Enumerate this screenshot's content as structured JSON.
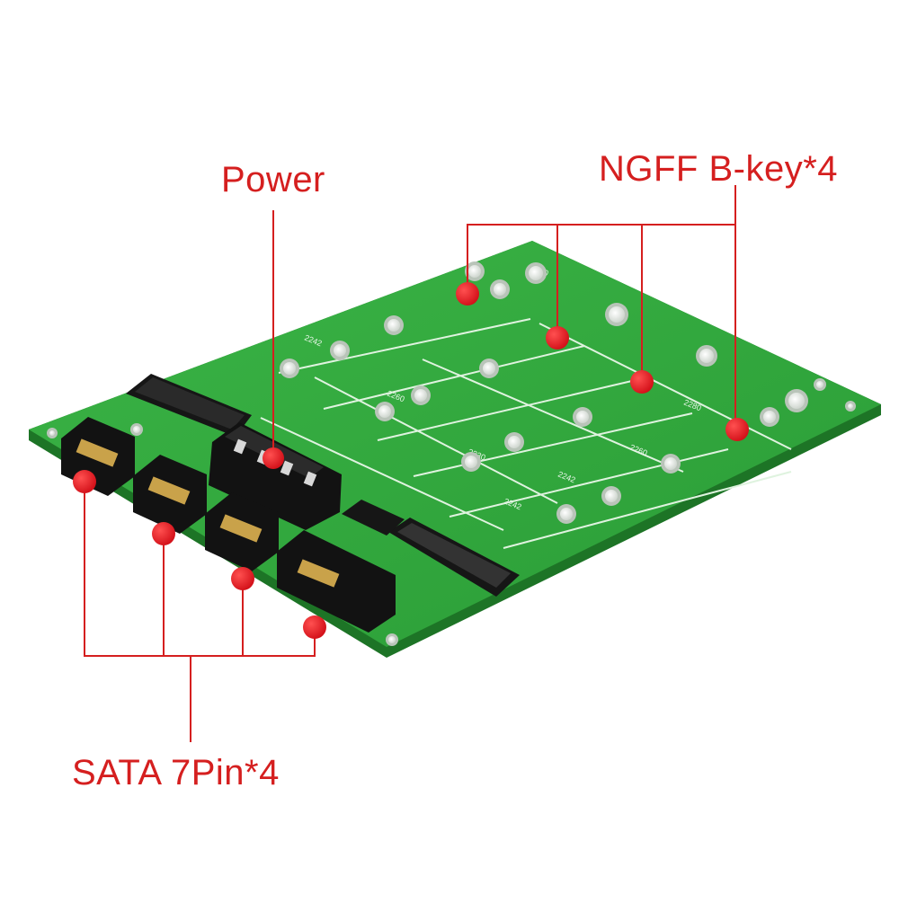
{
  "callouts": {
    "power": "Power",
    "ngff": "NGFF B-key*4",
    "sata": "SATA 7Pin*4"
  },
  "colors": {
    "callout_red": "#d51f1f",
    "pcb_green": "#2fa83a",
    "connector_black": "#151515",
    "gold_pins": "#c9a24a"
  }
}
